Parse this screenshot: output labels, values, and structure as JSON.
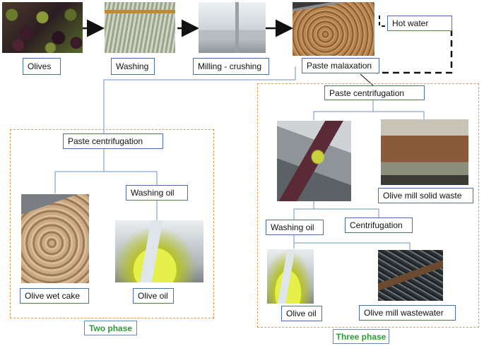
{
  "nodes": {
    "olives": "Olives",
    "washing": "Washing",
    "milling": "Milling - crushing",
    "hot_water": "Hot water",
    "malaxation": "Paste malaxation",
    "two_phase": {
      "centrifugation": "Paste centrifugation",
      "washing_oil": "Washing oil",
      "wet_cake": "Olive wet cake",
      "olive_oil": "Olive oil",
      "label": "Two phase"
    },
    "three_phase": {
      "centrifugation": "Paste centrifugation",
      "solid_waste": "Olive mill solid waste",
      "washing_oil": "Washing oil",
      "centrifugation2": "Centrifugation",
      "olive_oil": "Olive oil",
      "wastewater": "Olive mill wastewater",
      "label": "Three phase"
    }
  },
  "colors": {
    "box_border": "#4a6ea9",
    "phase_border": "#e39a55",
    "phase_label": "#2e9b3a",
    "connector": "#6f8fc4",
    "hot_water_line": "#111111"
  },
  "icons": {
    "olives_photo": "olive-pile-photo",
    "washing_photo": "washing-machine-photo",
    "milling_photo": "crusher-machine-photo",
    "malaxation_photo": "malaxed-paste-photo",
    "centrifuge_photo": "decanter-screw-photo",
    "solid_waste_photo": "pomace-container-photo",
    "wet_cake_photo": "wet-cake-photo",
    "oil_photo": "oil-pouring-photo",
    "wastewater_photo": "wastewater-outflow-photo"
  }
}
